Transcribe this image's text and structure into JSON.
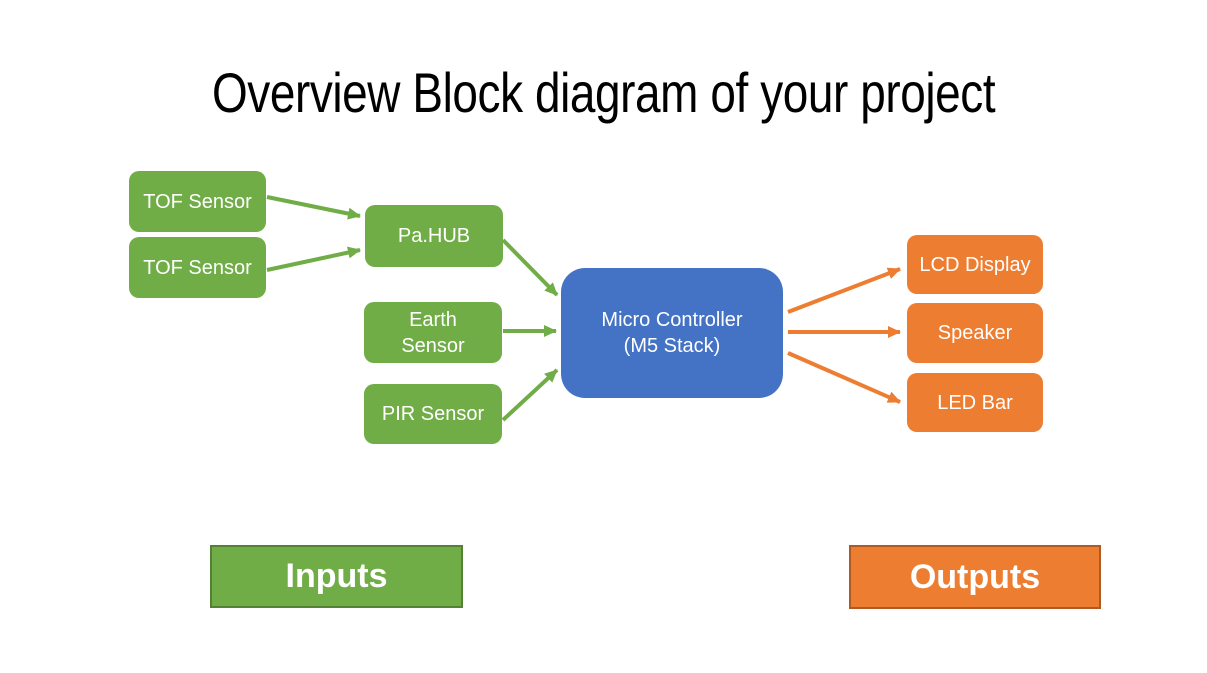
{
  "title": "Overview Block diagram of your project",
  "colors": {
    "input_green": "#70AD47",
    "input_green_border": "#548235",
    "controller_blue": "#4472C4",
    "output_orange": "#ED7D31",
    "output_orange_border": "#AE5A21",
    "node_text": "#FFFFFF",
    "title_text": "#000000",
    "background": "#FFFFFF"
  },
  "nodes": {
    "tof1": {
      "label": "TOF Sensor",
      "type": "input"
    },
    "tof2": {
      "label": "TOF Sensor",
      "type": "input"
    },
    "pahub": {
      "label": "Pa.HUB",
      "type": "input"
    },
    "earth": {
      "label": "Earth\nSensor",
      "type": "input"
    },
    "pir": {
      "label": "PIR Sensor",
      "type": "input"
    },
    "mcu": {
      "label": "Micro Controller\n(M5 Stack)",
      "type": "controller"
    },
    "lcd": {
      "label": "LCD Display",
      "type": "output"
    },
    "speaker": {
      "label": "Speaker",
      "type": "output"
    },
    "ledbar": {
      "label": "LED Bar",
      "type": "output"
    }
  },
  "edges": [
    {
      "from": "tof1",
      "to": "pahub",
      "color": "#70AD47"
    },
    {
      "from": "tof2",
      "to": "pahub",
      "color": "#70AD47"
    },
    {
      "from": "pahub",
      "to": "mcu",
      "color": "#70AD47"
    },
    {
      "from": "earth",
      "to": "mcu",
      "color": "#70AD47"
    },
    {
      "from": "pir",
      "to": "mcu",
      "color": "#70AD47"
    },
    {
      "from": "mcu",
      "to": "lcd",
      "color": "#ED7D31"
    },
    {
      "from": "mcu",
      "to": "speaker",
      "color": "#ED7D31"
    },
    {
      "from": "mcu",
      "to": "ledbar",
      "color": "#ED7D31"
    }
  ],
  "legends": {
    "inputs": {
      "label": "Inputs"
    },
    "outputs": {
      "label": "Outputs"
    }
  }
}
